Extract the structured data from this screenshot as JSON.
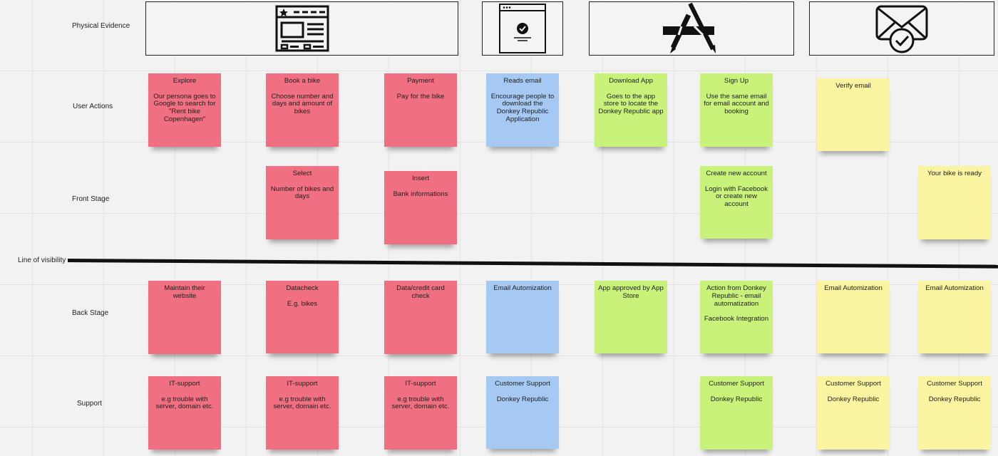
{
  "rows": {
    "physical_evidence": "Physical Evidence",
    "user_actions": "User Actions",
    "front_stage": "Front Stage",
    "line_of_visibility": "Line of visibility",
    "back_stage": "Back Stage",
    "support": "Support"
  },
  "evidence_icons": [
    "website-icon",
    "browser-check-icon",
    "app-store-icon",
    "email-check-icon"
  ],
  "colors": {
    "red": "#f06f80",
    "blue": "#a5c9f3",
    "green": "#c8f27a",
    "yellow": "#fbf5a2"
  },
  "user_actions": [
    {
      "text": "Explore\n\nOur persona goes to Google to search for \"Rent bike Copenhagen\"",
      "color": "red"
    },
    {
      "text": "Book a bike\n\nChoose number and days and amount of bikes",
      "color": "red"
    },
    {
      "text": "Payment\n\nPay for the bike",
      "color": "red"
    },
    {
      "text": "Reads email\n\nEncourage people to download the Donkey Republic Application",
      "color": "blue"
    },
    {
      "text": "Download App\n\nGoes to the app store to locate the Donkey Republic app",
      "color": "green"
    },
    {
      "text": "Sign Up\n\nUse the same email for email account and booking",
      "color": "green"
    },
    {
      "text": "Verify email",
      "color": "yellow"
    }
  ],
  "front_stage": [
    {
      "text": "Select\n\nNumber of bikes and days",
      "color": "red"
    },
    {
      "text": "Insert\n\nBank informations",
      "color": "red"
    },
    {
      "text": "Create new account\n\nLogin with Facebook or create new account",
      "color": "green"
    },
    {
      "text": "Your bike is ready",
      "color": "yellow"
    }
  ],
  "back_stage": [
    {
      "text": "Maintain their website",
      "color": "red"
    },
    {
      "text": "Datacheck\n\nE.g. bikes",
      "color": "red"
    },
    {
      "text": "Data/credit  card check",
      "color": "red"
    },
    {
      "text": "Email Automization",
      "color": "blue"
    },
    {
      "text": "App approved by App Store",
      "color": "green"
    },
    {
      "text": "Action from Donkey Republic - email automatization\n\nFacebook Integration",
      "color": "green"
    },
    {
      "text": "Email Automization",
      "color": "yellow"
    },
    {
      "text": "Email Automization",
      "color": "yellow"
    }
  ],
  "support": [
    {
      "text": "IT-support\n\ne.g trouble with server, domain etc.",
      "color": "red"
    },
    {
      "text": "IT-support\n\ne.g trouble with server, domain etc.",
      "color": "red"
    },
    {
      "text": "IT-support\n\ne.g trouble with server, domain etc.",
      "color": "red"
    },
    {
      "text": "Customer Support\n\nDonkey Republic",
      "color": "blue"
    },
    {
      "text": "Customer Support\n\nDonkey Republic",
      "color": "green"
    },
    {
      "text": "Customer Support\n\nDonkey Republic",
      "color": "yellow"
    },
    {
      "text": "Customer Support\n\nDonkey Republic",
      "color": "yellow"
    }
  ]
}
